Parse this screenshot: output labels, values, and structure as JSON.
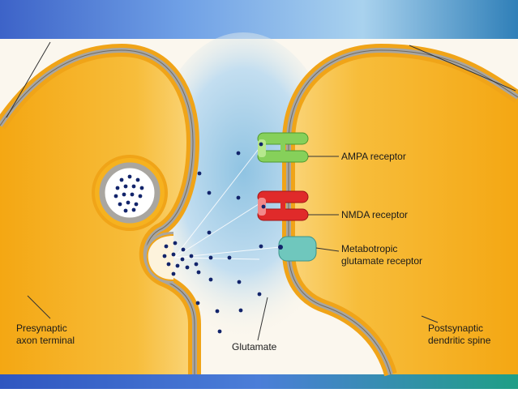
{
  "labels": {
    "ampa": "AMPA receptor",
    "nmda": "NMDA receptor",
    "metabotropic_line1": "Metabotropic",
    "metabotropic_line2": "glutamate receptor",
    "presynaptic_line1": "Presynaptic",
    "presynaptic_line2": "axon terminal",
    "glutamate": "Glutamate",
    "postsynaptic_line1": "Postsynaptic",
    "postsynaptic_line2": "dendritic spine"
  },
  "colors": {
    "terminal_fill": "#f6b21f",
    "membrane_gray": "#a9a6a0",
    "cleft_blue": "#8fc3e2",
    "ampa_green": "#86d05a",
    "nmda_red": "#e02a2a",
    "metabotropic_teal": "#6fc7bd",
    "glutamate_dot": "#12246b"
  }
}
